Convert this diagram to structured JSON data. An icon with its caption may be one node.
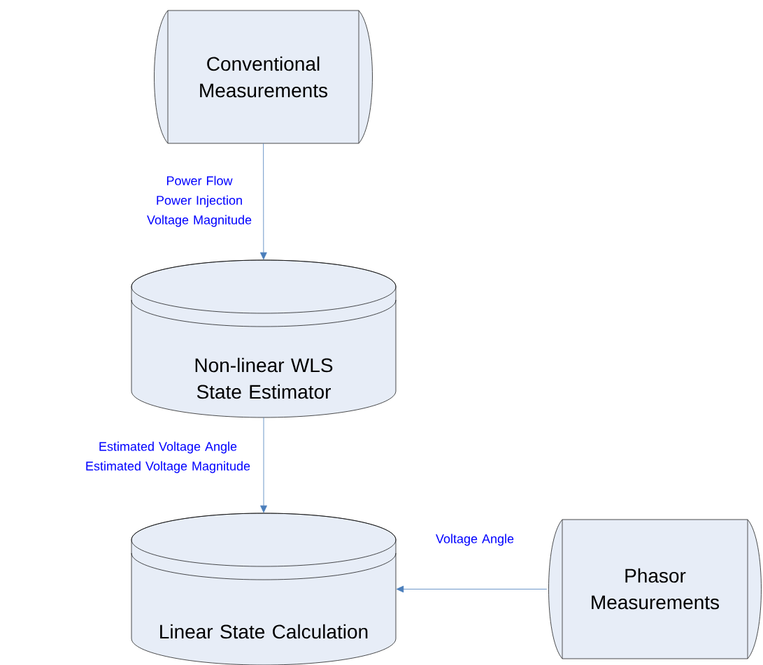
{
  "diagram": {
    "nodes": [
      {
        "text": [
          "Conventional Measurements"
        ]
      },
      {
        "text": [
          "Non-linear WLS State Estimator"
        ]
      },
      {
        "text": [
          "Linear State Calculation"
        ]
      },
      {
        "text": [
          "Phasor Measurements"
        ]
      }
    ],
    "edges": [
      {
        "from": 0,
        "to": 1,
        "arrow": "to",
        "label": "Power Flow Power Injection Voltage Magnitude"
      },
      {
        "from": 1,
        "to": 2,
        "arrow": "to",
        "label": "Estimated Voltage Angle Estimated Voltage Magnitude"
      },
      {
        "from": 3,
        "to": 2,
        "arrow": "to",
        "label": "Voltage Angle"
      }
    ]
  }
}
